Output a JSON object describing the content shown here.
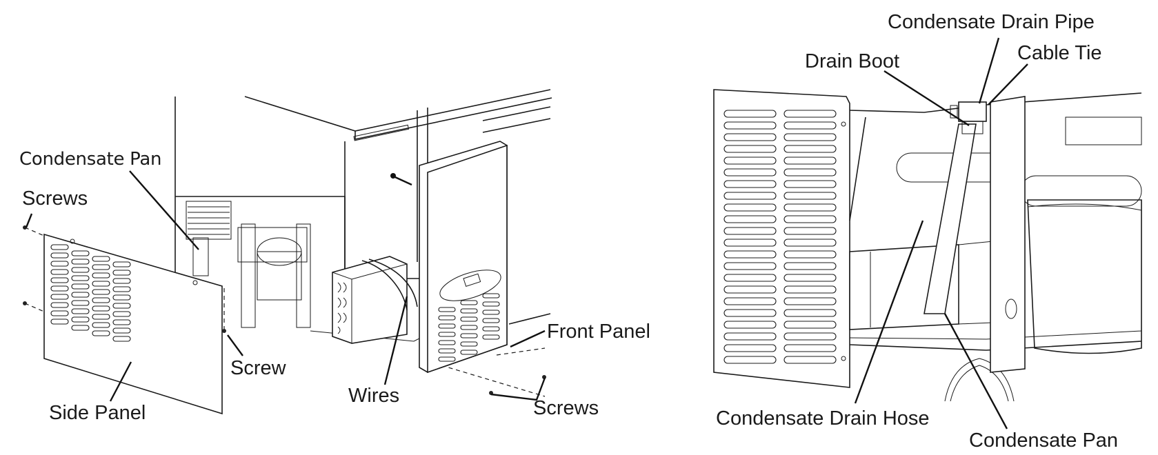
{
  "figure_left": {
    "title": "Side and front panel removal",
    "labels": {
      "condensate_pan": "Condensate Pan",
      "screws_top": "Screws",
      "screw": "Screw",
      "side_panel": "Side Panel",
      "wires": "Wires",
      "front_panel": "Front Panel",
      "screws_bottom": "Screws"
    }
  },
  "figure_right": {
    "title": "Condensate drain detail",
    "labels": {
      "condensate_drain_pipe": "Condensate Drain Pipe",
      "drain_boot": "Drain Boot",
      "cable_tie": "Cable Tie",
      "condensate_drain_hose": "Condensate Drain Hose",
      "condensate_pan": "Condensate Pan"
    }
  },
  "colors": {
    "line": "#1a1a1a",
    "background": "#ffffff"
  }
}
